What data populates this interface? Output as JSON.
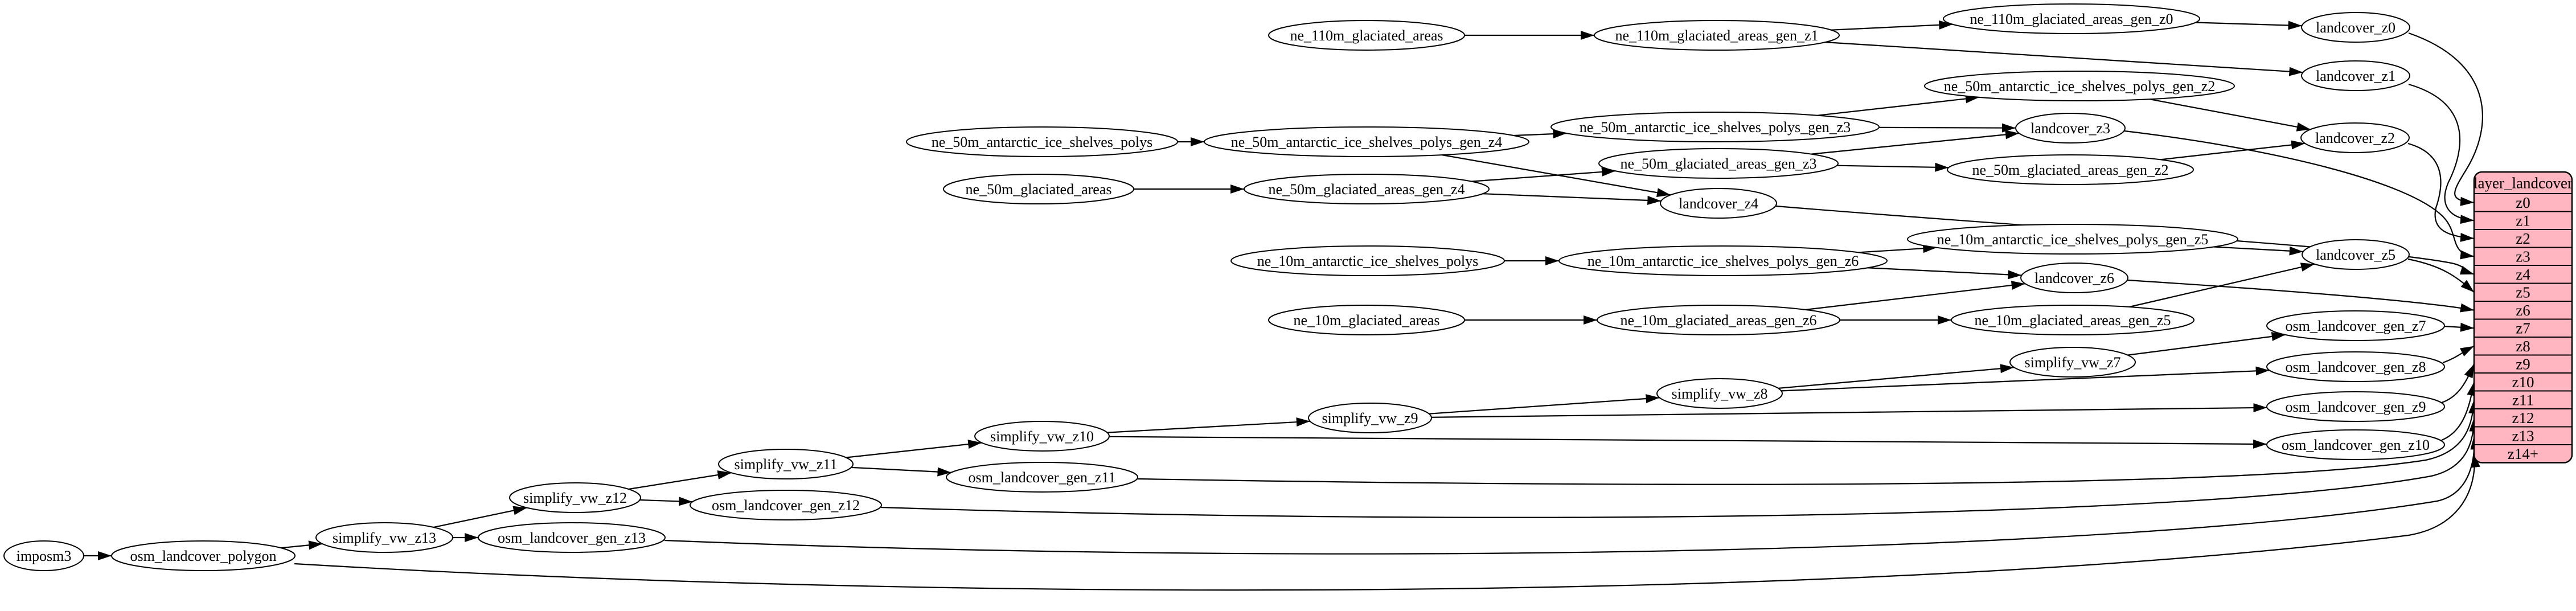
{
  "diagram": {
    "background": "#ffffff",
    "node_fill": "#ffffff",
    "node_stroke": "#000000",
    "edge_color": "#000000",
    "nodes": [
      {
        "id": "imposm3",
        "label": "imposm3"
      },
      {
        "id": "osm_landcover_polygon",
        "label": "osm_landcover_polygon"
      },
      {
        "id": "simplify_vw_z13",
        "label": "simplify_vw_z13"
      },
      {
        "id": "simplify_vw_z12",
        "label": "simplify_vw_z12"
      },
      {
        "id": "simplify_vw_z11",
        "label": "simplify_vw_z11"
      },
      {
        "id": "simplify_vw_z10",
        "label": "simplify_vw_z10"
      },
      {
        "id": "simplify_vw_z9",
        "label": "simplify_vw_z9"
      },
      {
        "id": "simplify_vw_z8",
        "label": "simplify_vw_z8"
      },
      {
        "id": "simplify_vw_z7",
        "label": "simplify_vw_z7"
      },
      {
        "id": "osm_landcover_gen_z13",
        "label": "osm_landcover_gen_z13"
      },
      {
        "id": "osm_landcover_gen_z12",
        "label": "osm_landcover_gen_z12"
      },
      {
        "id": "osm_landcover_gen_z11",
        "label": "osm_landcover_gen_z11"
      },
      {
        "id": "osm_landcover_gen_z10",
        "label": "osm_landcover_gen_z10"
      },
      {
        "id": "osm_landcover_gen_z9",
        "label": "osm_landcover_gen_z9"
      },
      {
        "id": "osm_landcover_gen_z8",
        "label": "osm_landcover_gen_z8"
      },
      {
        "id": "osm_landcover_gen_z7",
        "label": "osm_landcover_gen_z7"
      },
      {
        "id": "ne_110m_glaciated_areas",
        "label": "ne_110m_glaciated_areas"
      },
      {
        "id": "ne_110m_glaciated_areas_gen_z1",
        "label": "ne_110m_glaciated_areas_gen_z1"
      },
      {
        "id": "ne_110m_glaciated_areas_gen_z0",
        "label": "ne_110m_glaciated_areas_gen_z0"
      },
      {
        "id": "ne_50m_antarctic_ice_shelves_polys",
        "label": "ne_50m_antarctic_ice_shelves_polys"
      },
      {
        "id": "ne_50m_antarctic_ice_shelves_polys_gen_z4",
        "label": "ne_50m_antarctic_ice_shelves_polys_gen_z4"
      },
      {
        "id": "ne_50m_antarctic_ice_shelves_polys_gen_z3",
        "label": "ne_50m_antarctic_ice_shelves_polys_gen_z3"
      },
      {
        "id": "ne_50m_antarctic_ice_shelves_polys_gen_z2",
        "label": "ne_50m_antarctic_ice_shelves_polys_gen_z2"
      },
      {
        "id": "ne_50m_glaciated_areas",
        "label": "ne_50m_glaciated_areas"
      },
      {
        "id": "ne_50m_glaciated_areas_gen_z4",
        "label": "ne_50m_glaciated_areas_gen_z4"
      },
      {
        "id": "ne_50m_glaciated_areas_gen_z3",
        "label": "ne_50m_glaciated_areas_gen_z3"
      },
      {
        "id": "ne_50m_glaciated_areas_gen_z2",
        "label": "ne_50m_glaciated_areas_gen_z2"
      },
      {
        "id": "ne_10m_antarctic_ice_shelves_polys",
        "label": "ne_10m_antarctic_ice_shelves_polys"
      },
      {
        "id": "ne_10m_antarctic_ice_shelves_polys_gen_z6",
        "label": "ne_10m_antarctic_ice_shelves_polys_gen_z6"
      },
      {
        "id": "ne_10m_antarctic_ice_shelves_polys_gen_z5",
        "label": "ne_10m_antarctic_ice_shelves_polys_gen_z5"
      },
      {
        "id": "ne_10m_glaciated_areas",
        "label": "ne_10m_glaciated_areas"
      },
      {
        "id": "ne_10m_glaciated_areas_gen_z6",
        "label": "ne_10m_glaciated_areas_gen_z6"
      },
      {
        "id": "ne_10m_glaciated_areas_gen_z5",
        "label": "ne_10m_glaciated_areas_gen_z5"
      },
      {
        "id": "landcover_z0",
        "label": "landcover_z0"
      },
      {
        "id": "landcover_z1",
        "label": "landcover_z1"
      },
      {
        "id": "landcover_z2",
        "label": "landcover_z2"
      },
      {
        "id": "landcover_z3",
        "label": "landcover_z3"
      },
      {
        "id": "landcover_z4",
        "label": "landcover_z4"
      },
      {
        "id": "landcover_z5",
        "label": "landcover_z5"
      },
      {
        "id": "landcover_z6",
        "label": "landcover_z6"
      }
    ],
    "edges": [
      {
        "from": "imposm3",
        "to": "osm_landcover_polygon"
      },
      {
        "from": "osm_landcover_polygon",
        "to": "simplify_vw_z13"
      },
      {
        "from": "simplify_vw_z13",
        "to": "osm_landcover_gen_z13"
      },
      {
        "from": "simplify_vw_z13",
        "to": "simplify_vw_z12"
      },
      {
        "from": "simplify_vw_z12",
        "to": "osm_landcover_gen_z12"
      },
      {
        "from": "simplify_vw_z12",
        "to": "simplify_vw_z11"
      },
      {
        "from": "simplify_vw_z11",
        "to": "osm_landcover_gen_z11"
      },
      {
        "from": "simplify_vw_z11",
        "to": "simplify_vw_z10"
      },
      {
        "from": "simplify_vw_z10",
        "to": "osm_landcover_gen_z10"
      },
      {
        "from": "simplify_vw_z10",
        "to": "simplify_vw_z9"
      },
      {
        "from": "simplify_vw_z9",
        "to": "osm_landcover_gen_z9"
      },
      {
        "from": "simplify_vw_z9",
        "to": "simplify_vw_z8"
      },
      {
        "from": "simplify_vw_z8",
        "to": "osm_landcover_gen_z8"
      },
      {
        "from": "simplify_vw_z8",
        "to": "simplify_vw_z7"
      },
      {
        "from": "simplify_vw_z7",
        "to": "osm_landcover_gen_z7"
      },
      {
        "from": "ne_110m_glaciated_areas",
        "to": "ne_110m_glaciated_areas_gen_z1"
      },
      {
        "from": "ne_110m_glaciated_areas_gen_z1",
        "to": "ne_110m_glaciated_areas_gen_z0"
      },
      {
        "from": "ne_110m_glaciated_areas_gen_z0",
        "to": "landcover_z0"
      },
      {
        "from": "ne_110m_glaciated_areas_gen_z1",
        "to": "landcover_z1"
      },
      {
        "from": "ne_50m_antarctic_ice_shelves_polys",
        "to": "ne_50m_antarctic_ice_shelves_polys_gen_z4"
      },
      {
        "from": "ne_50m_antarctic_ice_shelves_polys_gen_z4",
        "to": "ne_50m_antarctic_ice_shelves_polys_gen_z3"
      },
      {
        "from": "ne_50m_antarctic_ice_shelves_polys_gen_z3",
        "to": "ne_50m_antarctic_ice_shelves_polys_gen_z2"
      },
      {
        "from": "ne_50m_antarctic_ice_shelves_polys_gen_z2",
        "to": "landcover_z2"
      },
      {
        "from": "ne_50m_antarctic_ice_shelves_polys_gen_z3",
        "to": "landcover_z3"
      },
      {
        "from": "ne_50m_antarctic_ice_shelves_polys_gen_z4",
        "to": "landcover_z4"
      },
      {
        "from": "ne_50m_glaciated_areas",
        "to": "ne_50m_glaciated_areas_gen_z4"
      },
      {
        "from": "ne_50m_glaciated_areas_gen_z4",
        "to": "ne_50m_glaciated_areas_gen_z3"
      },
      {
        "from": "ne_50m_glaciated_areas_gen_z3",
        "to": "ne_50m_glaciated_areas_gen_z2"
      },
      {
        "from": "ne_50m_glaciated_areas_gen_z2",
        "to": "landcover_z2"
      },
      {
        "from": "ne_50m_glaciated_areas_gen_z3",
        "to": "landcover_z3"
      },
      {
        "from": "ne_50m_glaciated_areas_gen_z4",
        "to": "landcover_z4"
      },
      {
        "from": "ne_10m_antarctic_ice_shelves_polys",
        "to": "ne_10m_antarctic_ice_shelves_polys_gen_z6"
      },
      {
        "from": "ne_10m_antarctic_ice_shelves_polys_gen_z6",
        "to": "ne_10m_antarctic_ice_shelves_polys_gen_z5"
      },
      {
        "from": "ne_10m_antarctic_ice_shelves_polys_gen_z5",
        "to": "landcover_z5"
      },
      {
        "from": "ne_10m_antarctic_ice_shelves_polys_gen_z6",
        "to": "landcover_z6"
      },
      {
        "from": "ne_10m_glaciated_areas",
        "to": "ne_10m_glaciated_areas_gen_z6"
      },
      {
        "from": "ne_10m_glaciated_areas_gen_z6",
        "to": "ne_10m_glaciated_areas_gen_z5"
      },
      {
        "from": "ne_10m_glaciated_areas_gen_z5",
        "to": "landcover_z5"
      },
      {
        "from": "ne_10m_glaciated_areas_gen_z6",
        "to": "landcover_z6"
      },
      {
        "from": "landcover_z0",
        "to": "table:z0"
      },
      {
        "from": "landcover_z1",
        "to": "table:z1"
      },
      {
        "from": "landcover_z2",
        "to": "table:z2"
      },
      {
        "from": "landcover_z3",
        "to": "table:z3"
      },
      {
        "from": "landcover_z4",
        "to": "table:z4"
      },
      {
        "from": "landcover_z5",
        "to": "table:z5"
      },
      {
        "from": "landcover_z6",
        "to": "table:z6"
      },
      {
        "from": "osm_landcover_gen_z7",
        "to": "table:z7"
      },
      {
        "from": "osm_landcover_gen_z8",
        "to": "table:z8"
      },
      {
        "from": "osm_landcover_gen_z9",
        "to": "table:z9"
      },
      {
        "from": "osm_landcover_gen_z10",
        "to": "table:z10"
      },
      {
        "from": "osm_landcover_gen_z11",
        "to": "table:z11"
      },
      {
        "from": "osm_landcover_gen_z12",
        "to": "table:z12"
      },
      {
        "from": "osm_landcover_gen_z13",
        "to": "table:z13"
      },
      {
        "from": "osm_landcover_polygon",
        "to": "table:z14+"
      }
    ],
    "table": {
      "title": "layer_landcover",
      "fill": "#ffb6c1",
      "stroke": "#000000",
      "rows": [
        "z0",
        "z1",
        "z2",
        "z3",
        "z4",
        "z5",
        "z6",
        "z7",
        "z8",
        "z9",
        "z10",
        "z11",
        "z12",
        "z13",
        "z14+"
      ]
    }
  }
}
